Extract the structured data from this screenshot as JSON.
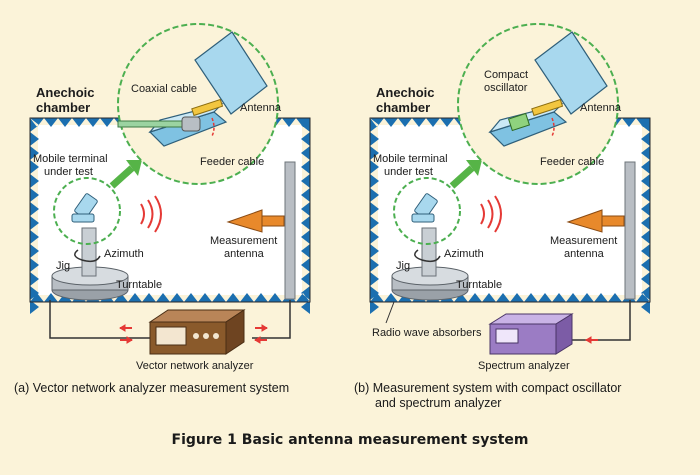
{
  "figure": {
    "title": "Figure 1  Basic antenna measurement system",
    "colors": {
      "background": "#fbf3d9",
      "absorber": "#1b6fb0",
      "dashed_circle": "#4caf50",
      "phone": "#a8d8ee",
      "antenna": "#f2c640",
      "signal": "#e53935",
      "horn": "#e8892b",
      "vna": "#8a5a2b",
      "spectrum": "#9b7cc4"
    }
  },
  "panel_a": {
    "chamber_line1": "Anechoic",
    "chamber_line2": "chamber",
    "coaxial_cable": "Coaxial cable",
    "antenna": "Antenna",
    "feeder_cable": "Feeder cable",
    "mobile_line1": "Mobile terminal",
    "mobile_line2": "under test",
    "azimuth": "Azimuth",
    "jig": "Jig",
    "turntable": "Turntable",
    "meas_line1": "Measurement",
    "meas_line2": "antenna",
    "instrument": "Vector network analyzer",
    "caption": "(a) Vector network analyzer measurement system"
  },
  "panel_b": {
    "chamber_line1": "Anechoic",
    "chamber_line2": "chamber",
    "oscillator_line1": "Compact",
    "oscillator_line2": "oscillator",
    "antenna": "Antenna",
    "feeder_cable": "Feeder cable",
    "mobile_line1": "Mobile terminal",
    "mobile_line2": "under test",
    "azimuth": "Azimuth",
    "jig": "Jig",
    "turntable": "Turntable",
    "meas_line1": "Measurement",
    "meas_line2": "antenna",
    "absorbers": "Radio wave absorbers",
    "instrument": "Spectrum analyzer",
    "caption_line1": "(b) Measurement system with compact oscillator",
    "caption_line2": "and spectrum analyzer"
  }
}
